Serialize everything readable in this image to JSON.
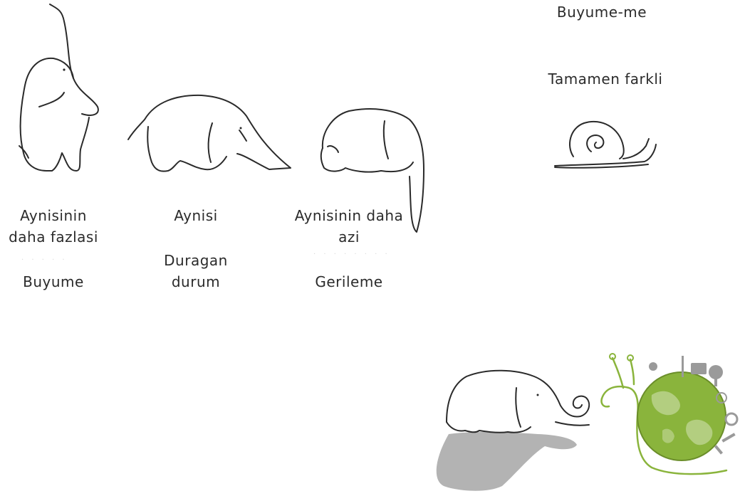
{
  "columns": [
    {
      "line1": "Aynisinin",
      "line2": "daha fazlasi",
      "category": "Buyume"
    },
    {
      "line1": "Aynisi",
      "line2": "",
      "category_line1": "Duragan",
      "category_line2": "durum"
    },
    {
      "line1": "Aynisinin daha",
      "line2": "azi",
      "category": "Gerileme"
    }
  ],
  "right": {
    "title": "Buyume-me",
    "subtitle": "Tamamen farkli"
  },
  "icons": [
    "elephant-trunk-up-icon",
    "elephant-trunk-down-icon",
    "elephant-shrunk-icon",
    "snail-icon",
    "elephant-snail-tail-icon",
    "snail-globe-icon"
  ],
  "colors": {
    "ink": "#2a2a2a",
    "shadow": "#b3b3b3",
    "green": "#8ab43c"
  }
}
